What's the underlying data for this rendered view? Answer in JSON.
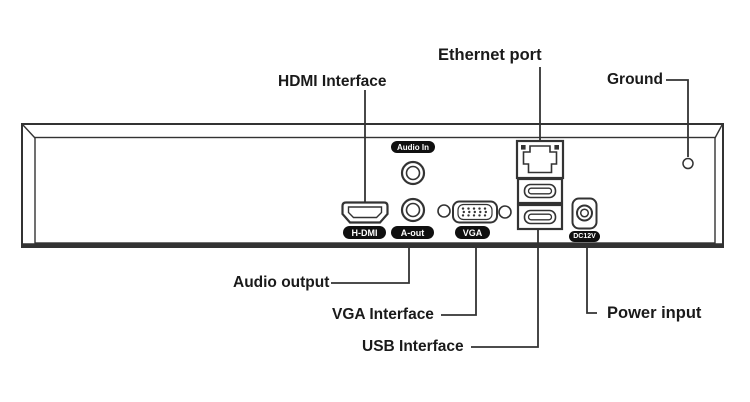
{
  "colors": {
    "background": "#ffffff",
    "line": "#333333",
    "badge_bg": "#101010",
    "badge_text": "#ffffff",
    "label_text": "#1a1a1a"
  },
  "callouts": {
    "hdmi": "HDMI Interface",
    "ethernet": "Ethernet port",
    "ground": "Ground",
    "audio_output": "Audio output",
    "vga": "VGA Interface",
    "usb": "USB Interface",
    "power": "Power input"
  },
  "port_tags": {
    "audio_in": "Audio In",
    "hdmi": "H-DMI",
    "audio_out": "A-out",
    "vga": "VGA",
    "dc": "DC12V"
  }
}
